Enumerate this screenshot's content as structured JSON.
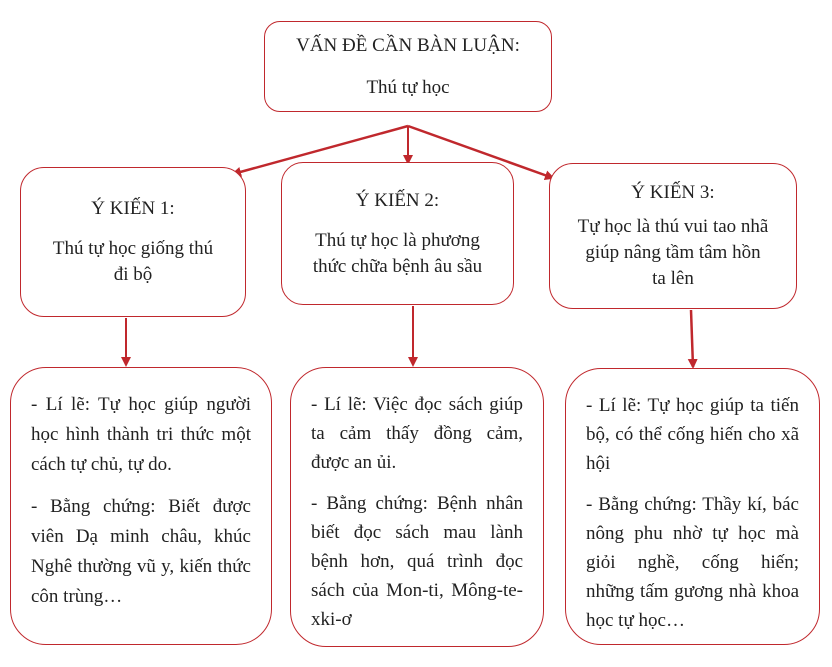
{
  "colors": {
    "accent": "#c0282d",
    "text": "#222222",
    "background": "#ffffff"
  },
  "root": {
    "title": "VẤN ĐỀ CẦN BÀN LUẬN:",
    "topic": "Thú tự học"
  },
  "opinions": [
    {
      "heading": "Ý KIẾN 1:",
      "lines": [
        "Thú tự học giống thú",
        "đi bộ"
      ],
      "reason": "- Lí lẽ: Tự học giúp người học hình thành tri thức một cách tự chủ, tự do.",
      "evidence": "- Bằng chứng: Biết được viên Dạ minh châu, khúc Nghê thường vũ y, kiến thức côn trùng…"
    },
    {
      "heading": "Ý KIẾN 2:",
      "lines": [
        "Thú tự học là phương",
        "thức chữa bệnh âu sầu"
      ],
      "reason": "- Lí lẽ: Việc đọc sách giúp ta cảm thấy đồng cảm, được an ủi.",
      "evidence": "- Bằng chứng: Bệnh nhân biết đọc sách mau lành bệnh hơn, quá trình đọc sách của Mon-ti, Mông-te-xki-ơ"
    },
    {
      "heading": "Ý KIẾN 3:",
      "lines": [
        "Tự học là thú vui tao nhã",
        "giúp nâng tầm tâm hồn",
        "ta lên"
      ],
      "reason": "- Lí lẽ: Tự học giúp ta tiến bộ, có thể cống hiến cho xã hội",
      "evidence": "- Bằng chứng: Thầy kí, bác nông phu nhờ tự học mà giỏi nghề, cống hiến; những tấm gương nhà khoa học tự học…"
    }
  ]
}
